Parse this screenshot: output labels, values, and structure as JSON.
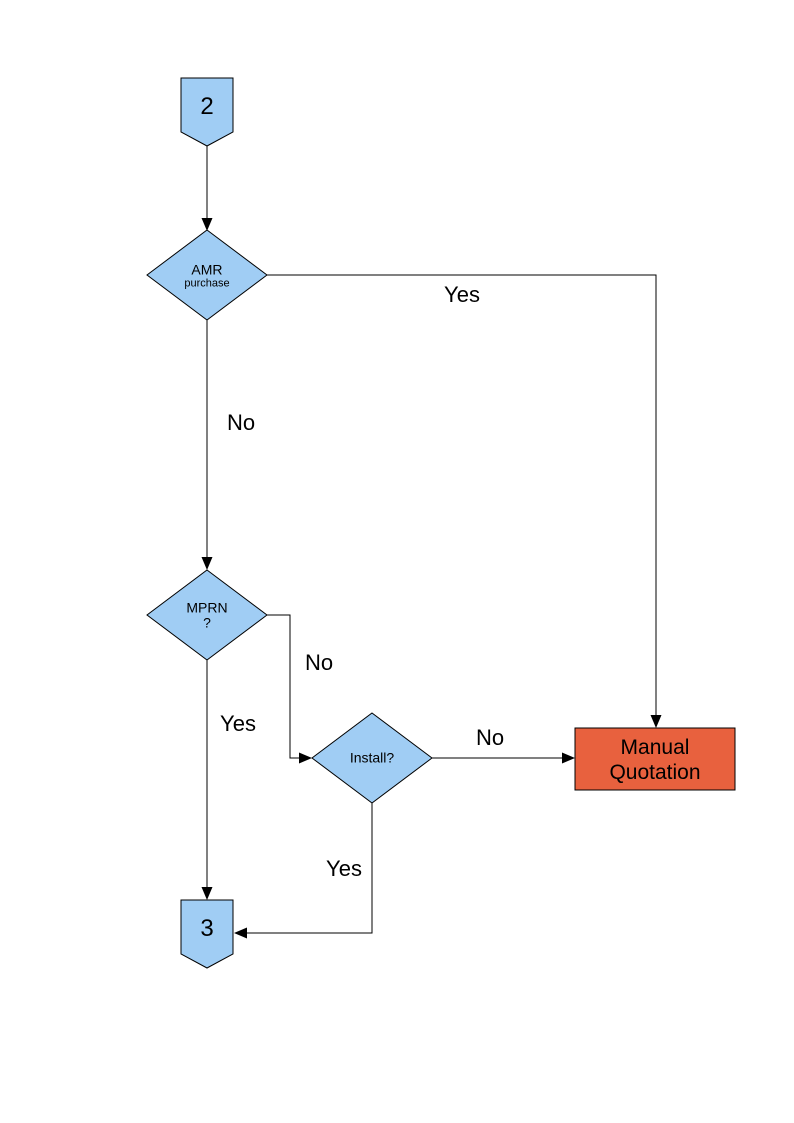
{
  "canvas": {
    "background": "#ffffff"
  },
  "colors": {
    "canvas_bg": "#ffffff",
    "shape_fill": "#a0cdf4",
    "shape_border": "#000000",
    "terminator_fill": "#e8613e",
    "line_color": "#000000",
    "text_color": "#000000"
  },
  "nodes": {
    "connector_2": {
      "label": "2",
      "type": "off-page-connector"
    },
    "amr": {
      "line1": "AMR",
      "line2": "purchase",
      "type": "decision"
    },
    "mprn": {
      "line1": "MPRN",
      "line2": "?",
      "type": "decision"
    },
    "install": {
      "line1": "Install?",
      "type": "decision"
    },
    "manual_quotation": {
      "line1": "Manual",
      "line2": "Quotation",
      "type": "terminator"
    },
    "connector_3": {
      "label": "3",
      "type": "off-page-connector"
    }
  },
  "edge_labels": {
    "amr_yes": "Yes",
    "amr_no": "No",
    "mprn_no": "No",
    "mprn_yes": "Yes",
    "install_no": "No",
    "install_yes": "Yes"
  }
}
